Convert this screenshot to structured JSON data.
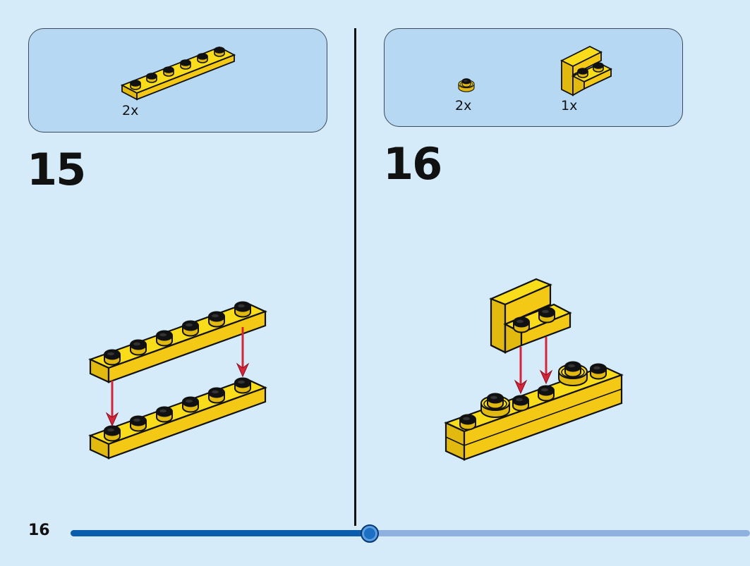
{
  "page": {
    "number": "16"
  },
  "progress": {
    "fraction": 0.44
  },
  "steps": [
    {
      "number": "15",
      "parts": [
        {
          "name": "plate 1x6",
          "qty": "2x"
        }
      ]
    },
    {
      "number": "16",
      "parts": [
        {
          "name": "round plate 1x1",
          "qty": "2x"
        },
        {
          "name": "angle plate 1x2 / 2x2",
          "qty": "1x"
        }
      ]
    }
  ],
  "colors": {
    "background": "#d6ebf9",
    "parts_box": "#b6d8f3",
    "brick_yellow": "#f9dd1a",
    "brick_shade": "#e2b90e",
    "arrow_red": "#d4253a",
    "progress_done": "#0a5cad",
    "progress_todo": "#8fb1df"
  }
}
